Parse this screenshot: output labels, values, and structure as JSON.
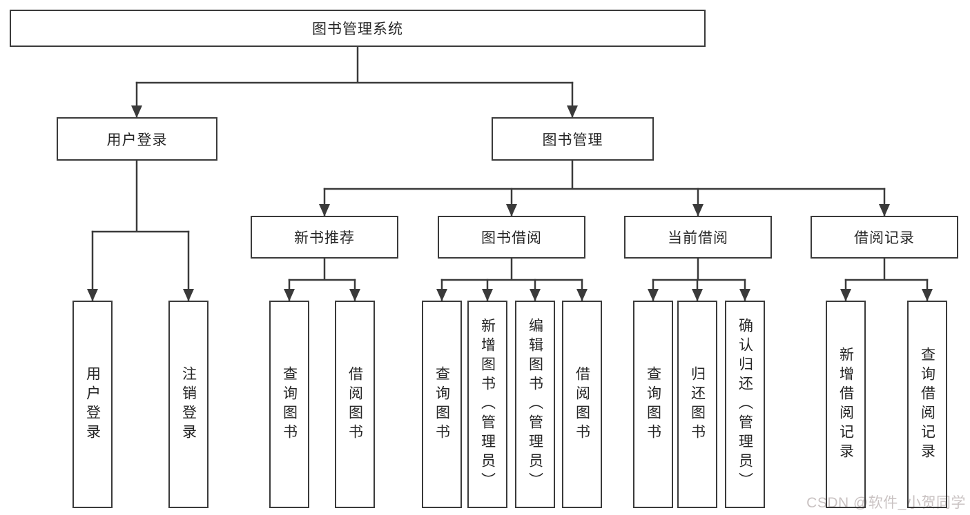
{
  "title": "图书管理系统",
  "tree": {
    "root": {
      "label": "图书管理系统"
    },
    "branches": [
      {
        "label": "用户登录",
        "children": [
          {
            "label": "用户登录"
          },
          {
            "label": "注销登录"
          }
        ]
      },
      {
        "label": "图书管理",
        "children": [
          {
            "label": "新书推荐",
            "children": [
              {
                "label": "查询图书"
              },
              {
                "label": "借阅图书"
              }
            ]
          },
          {
            "label": "图书借阅",
            "children": [
              {
                "label": "查询图书"
              },
              {
                "label": "新增图书（管理员）"
              },
              {
                "label": "编辑图书（管理员）"
              },
              {
                "label": "借阅图书"
              }
            ]
          },
          {
            "label": "当前借阅",
            "children": [
              {
                "label": "查询图书"
              },
              {
                "label": "归还图书"
              },
              {
                "label": "确认归还（管理员）"
              }
            ]
          },
          {
            "label": "借阅记录",
            "children": [
              {
                "label": "新增借阅记录"
              },
              {
                "label": "查询借阅记录"
              }
            ]
          }
        ]
      }
    ]
  },
  "watermark": "CSDN @软件_小贺同学",
  "colors": {
    "line": "#3a3a3a",
    "box_background": "#ffffff",
    "text": "#262626",
    "watermark": "#c9c2c2"
  }
}
